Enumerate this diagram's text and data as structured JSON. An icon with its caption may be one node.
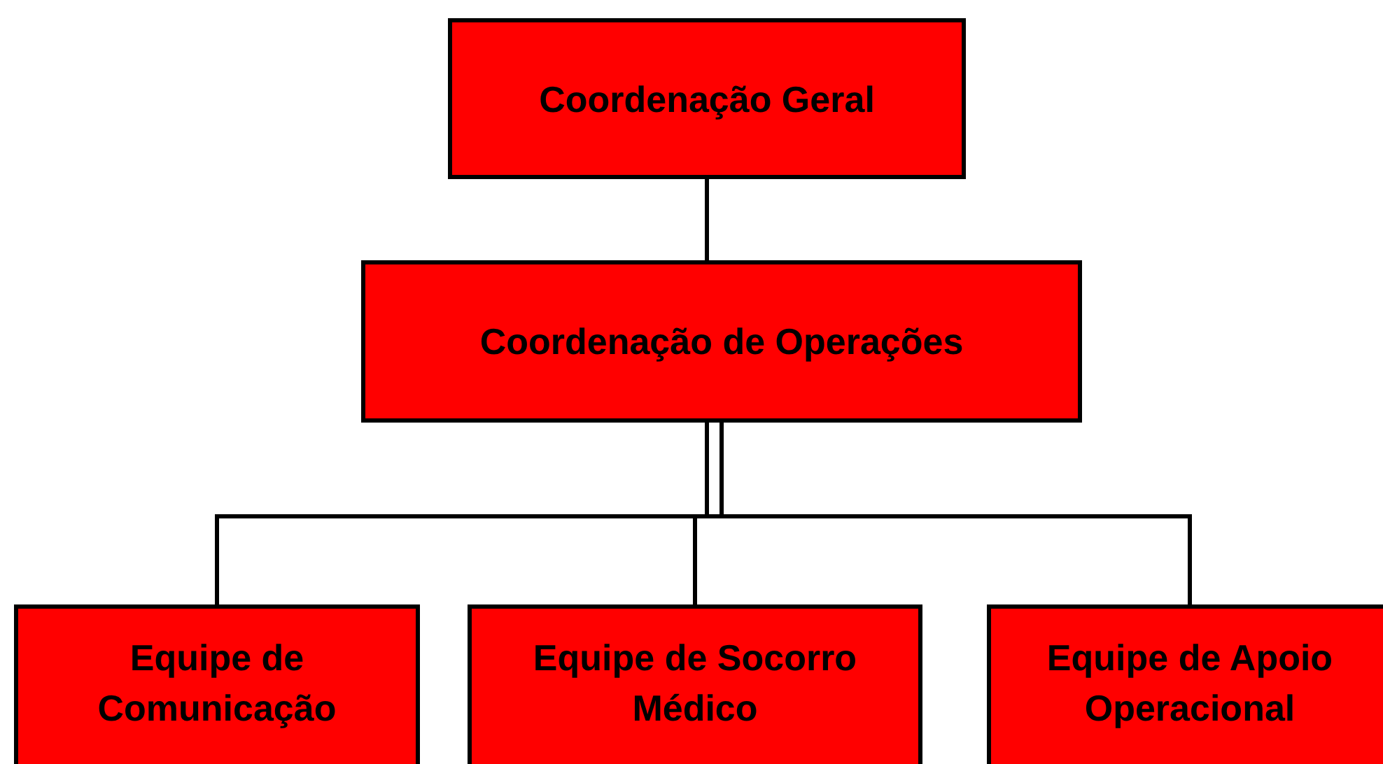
{
  "diagram": {
    "nodes": [
      {
        "text": [
          "Coordenação Geral"
        ]
      },
      {
        "text": [
          "Coordenação de Operações"
        ]
      },
      {
        "text": [
          "Equipe de Comunicação"
        ]
      },
      {
        "text": [
          "Equipe de Socorro Médico"
        ]
      },
      {
        "text": [
          "Equipe de Apoio Operacional"
        ]
      }
    ],
    "edges": [
      {
        "from": 0,
        "to": 1,
        "arrow": "none"
      },
      {
        "from": 1,
        "to": 2,
        "arrow": "none"
      },
      {
        "from": 1,
        "to": 3,
        "arrow": "none"
      },
      {
        "from": 1,
        "to": 4,
        "arrow": "none"
      }
    ]
  }
}
